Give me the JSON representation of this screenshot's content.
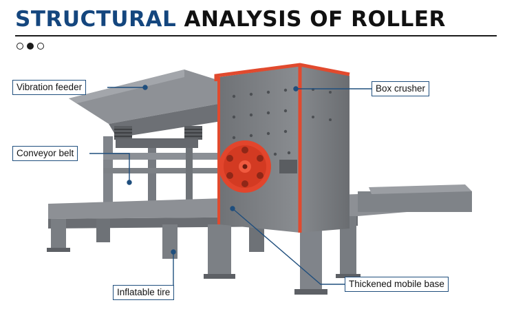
{
  "header": {
    "title_accent": "STRUCTURAL",
    "title_rest": " ANALYSIS OF ROLLER",
    "pager": {
      "total": 3,
      "active_index": 1
    }
  },
  "callouts": {
    "vibration_feeder": "Vibration feeder",
    "conveyor_belt": "Conveyor belt",
    "box_crusher": "Box crusher",
    "inflatable_tire": "Inflatable tire",
    "thickened_mobile_base": "Thickened mobile base"
  },
  "colors": {
    "title_accent": "#14467e",
    "callout_border": "#1f4e7d",
    "machine_body": "#7b7e82",
    "machine_dark": "#55585c",
    "flywheel": "#e2452c"
  }
}
